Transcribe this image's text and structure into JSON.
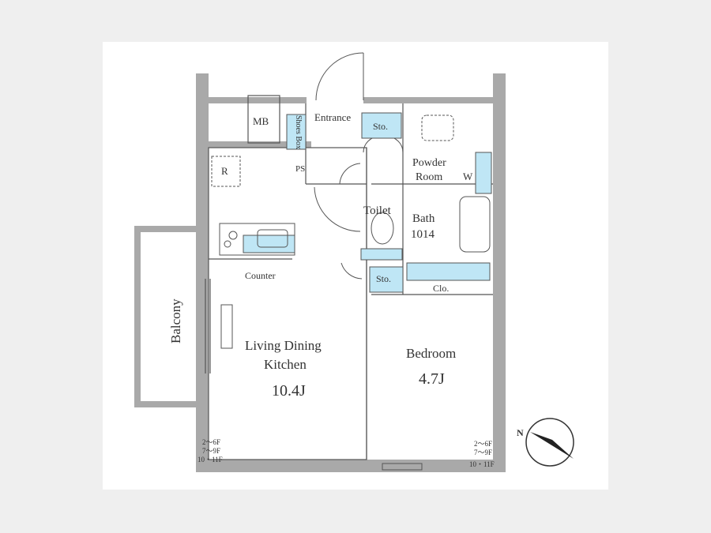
{
  "rooms": {
    "mb": "MB",
    "shoes_box": "Shoes Box",
    "entrance": "Entrance",
    "sto_top": "Sto.",
    "powder_room_line1": "Powder",
    "powder_room_line2": "Room",
    "washer": "W",
    "ps": "PS",
    "refrigerator": "R",
    "toilet": "Toilet",
    "bath_line1": "Bath",
    "bath_line2": "1014",
    "sto_mid": "Sto.",
    "clo": "Clo.",
    "counter": "Counter",
    "ldk_line1": "Living Dining",
    "ldk_line2": "Kitchen",
    "ldk_size": "10.4J",
    "bedroom": "Bedroom",
    "bedroom_size": "4.7J",
    "balcony": "Balcony"
  },
  "floor_notes_left": [
    "2～6F",
    "7～9F",
    "10・11F"
  ],
  "floor_notes_right": [
    "2～6F",
    "7～9F",
    "10・11F"
  ],
  "compass": {
    "label": "N"
  },
  "colors": {
    "wall": "#a9a9a9",
    "fixture_blue": "#bfe6f5",
    "line": "#555555"
  }
}
